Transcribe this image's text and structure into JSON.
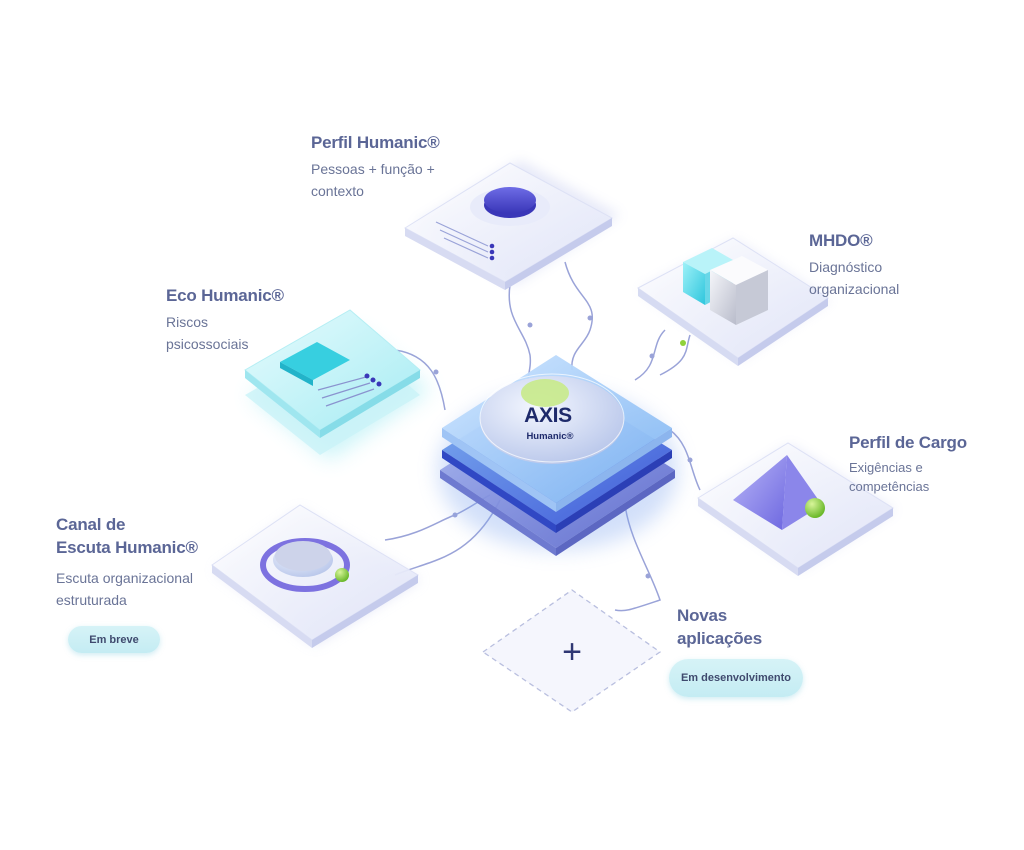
{
  "center": {
    "title": "AXIS",
    "subtitle": "Humanic®"
  },
  "modules": {
    "perfil_humanic": {
      "title": "Perfil Humanic®",
      "desc_line1": "Pessoas + função +",
      "desc_line2": "contexto"
    },
    "mhdo": {
      "title": "MHDO®",
      "desc_line1": "Diagnóstico",
      "desc_line2": "organizacional"
    },
    "eco_humanic": {
      "title": "Eco Humanic®",
      "desc_line1": "Riscos",
      "desc_line2": "psicossociais"
    },
    "perfil_cargo": {
      "title": "Perfil de Cargo",
      "desc_line1": "Exigências e",
      "desc_line2": "competências"
    },
    "canal_escuta": {
      "title_line1": "Canal de",
      "title_line2": "Escuta Humanic®",
      "desc_line1": "Escuta organizacional",
      "desc_line2": "estruturada",
      "badge": "Em breve"
    },
    "novas_aplicacoes": {
      "title_line1": "Novas",
      "title_line2": "aplicações",
      "badge": "Em desenvolvimento",
      "plus_symbol": "+"
    }
  },
  "colors": {
    "title_text": "#5b6696",
    "desc_text": "#6a7497",
    "center_text": "#1e2a6b",
    "accent_purple": "#4b49c9",
    "accent_cyan": "#4fd8e6",
    "accent_green": "#8fd23a",
    "badge_bg": "#c9eef4"
  }
}
